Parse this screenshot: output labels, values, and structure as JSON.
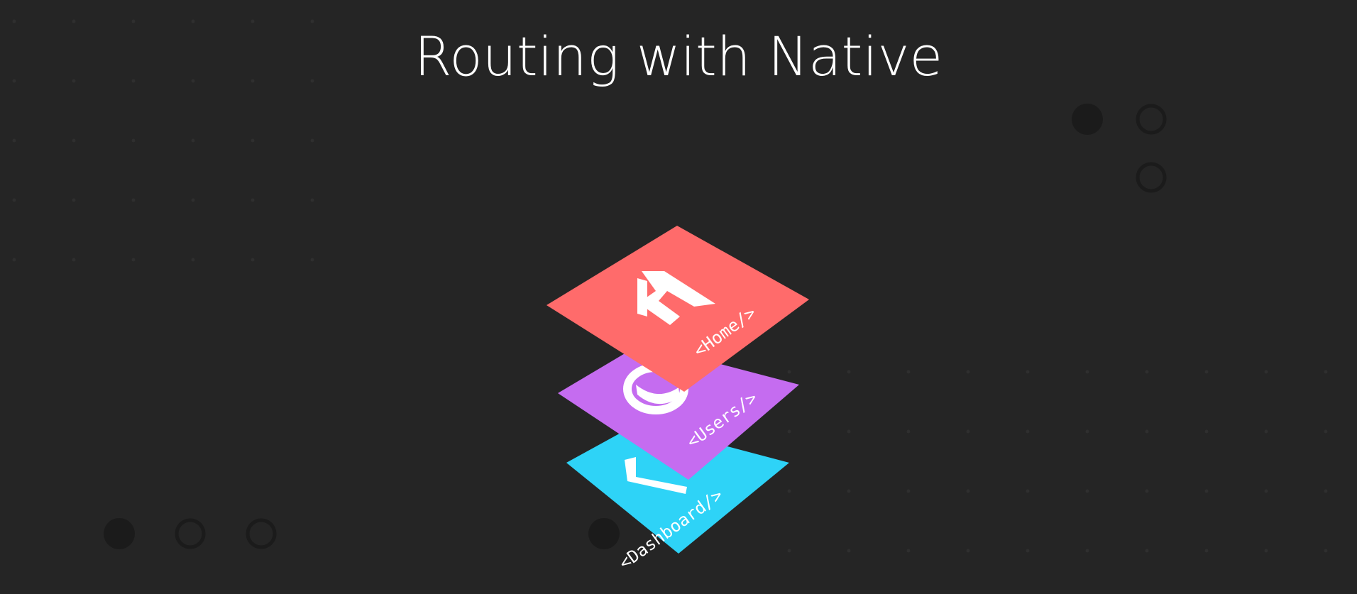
{
  "slide": {
    "title": "Routing with Native"
  },
  "cards": [
    {
      "label": "<Dashboard/>",
      "icon": "dashboard-icon",
      "color": "#2ed3f7"
    },
    {
      "label": "<Users/>",
      "icon": "user-icon",
      "color": "#c56cf0"
    },
    {
      "label": "<Home/>",
      "icon": "home-icon",
      "color": "#ff6b6b"
    }
  ],
  "colors": {
    "background": "#252525",
    "dots": "#2f2f2f",
    "circles": "#1b1b1b"
  }
}
